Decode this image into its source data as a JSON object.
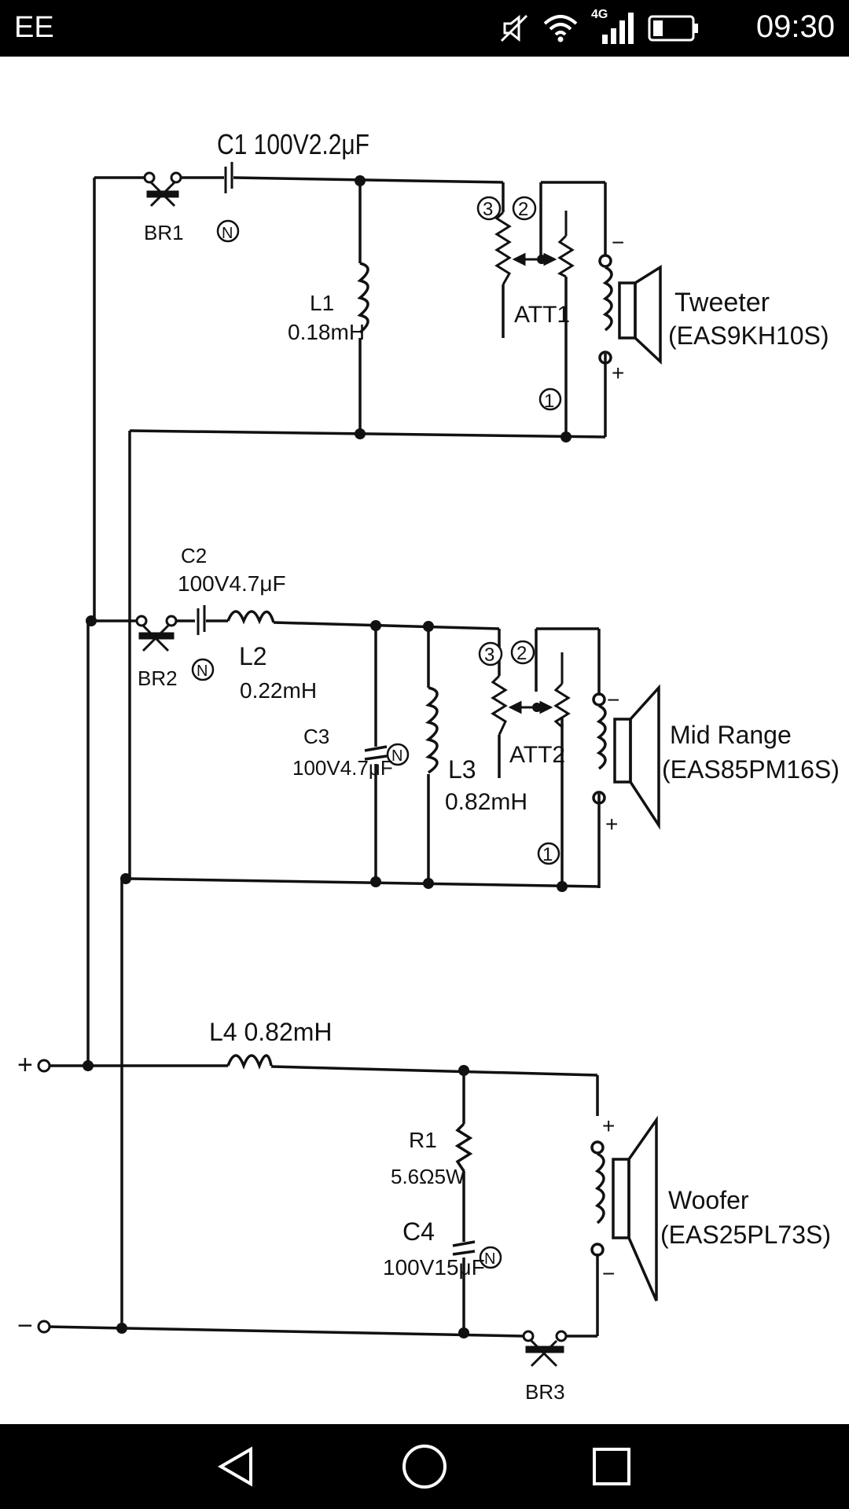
{
  "status_bar": {
    "carrier": "EE",
    "network": "4G",
    "time": "09:30",
    "icons": [
      "mute-icon",
      "wifi-icon",
      "signal-icon",
      "battery-icon"
    ]
  },
  "schematic": {
    "tweeter": {
      "c1": "C1 100V2.2μF",
      "br1": "BR1",
      "n1": "N",
      "l1_name": "L1",
      "l1_value": "0.18mH",
      "pin3": "3",
      "pin2": "2",
      "pin1": "1",
      "att": "ATT1",
      "minus": "−",
      "plus": "+",
      "label": "Tweeter",
      "model": "(EAS9KH10S)"
    },
    "mid": {
      "c2_name": "C2",
      "c2_value": "100V4.7μF",
      "br2": "BR2",
      "n2": "N",
      "l2_name": "L2",
      "l2_value": "0.22mH",
      "c3_name": "C3",
      "c3_value": "100V4.7μF",
      "n3": "N",
      "l3_name": "L3",
      "l3_value": "0.82mH",
      "pin3": "3",
      "pin2": "2",
      "pin1": "1",
      "att": "ATT2",
      "minus": "−",
      "plus": "+",
      "label": "Mid Range",
      "model": "(EAS85PM16S)"
    },
    "woofer": {
      "l4": "L4 0.82mH",
      "r1_name": "R1",
      "r1_value": "5.6Ω5W",
      "c4_name": "C4",
      "c4_value": "100V15μF",
      "n4": "N",
      "br3": "BR3",
      "plus": "+",
      "minus": "−",
      "label": "Woofer",
      "model": "(EAS25PL73S)"
    },
    "input_plus": "+",
    "input_minus": "−"
  },
  "nav_bar": {
    "buttons": [
      "back-icon",
      "home-icon",
      "recents-icon"
    ]
  }
}
